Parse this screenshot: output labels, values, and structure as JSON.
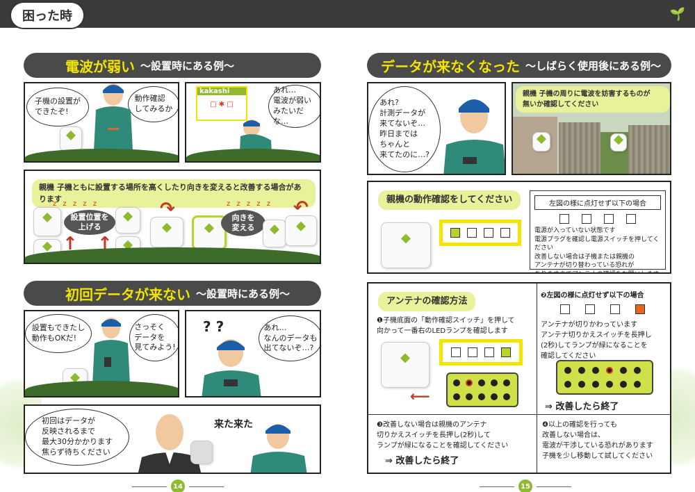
{
  "header": {
    "title": "困った時"
  },
  "left": {
    "section1": {
      "title_main": "電波が弱い",
      "title_sub": "〜設置時にある例〜",
      "panel1_bubble1": "子機の設置が\nできたぞ!",
      "panel1_bubble2": "動作確認\nしてみるか",
      "panel2_logo": "kakashi",
      "panel2_bubble": "あれ…\n電波が弱い\nみたいだな…",
      "note": "親機 子機ともに設置する場所を高くしたり向きを変えると改善する場合があります",
      "label_raise": "設置位置を\n上げる",
      "label_turn": "向きを\n変える",
      "zzz": "z z z z z"
    },
    "section2": {
      "title_main": "初回データが来ない",
      "title_sub": "〜設置時にある例〜",
      "panel1_bubble1": "設置もできたし\n動作もOKだ!",
      "panel1_bubble2": "さっそく\nデータを\n見てみよう!",
      "panel2_marks": "? ?",
      "panel2_bubble": "あれ…\nなんのデータも\n出てないぞ…?",
      "panel3_bubble": "初回はデータが\n反映されるまで\n最大30分かかります\n焦らず待ちください",
      "panel3_shout": "来た来た"
    },
    "page_number": "14"
  },
  "right": {
    "section1": {
      "title_main": "データが来なくなった",
      "title_sub": "〜しばらく使用後にある例〜",
      "bubble": "あれ?\n計測データが\n来てないぞ…\n昨日までは\nちゃんと\n来てたのに…?",
      "note": "親機 子機の周りに電波を妨害するものが\n無いか確認してください"
    },
    "section2": {
      "heading": "親機の動作確認をしてください",
      "box_title": "左図の様に点灯せず以下の場合",
      "box_text": "電源が入っていない状態です\n電源プラグを確認し電源スイッチを押してください\n改善しない場合は子機または親機の\nアンテナが切り替わっている恐れが\nありますのでアンテナの確認をお願いします"
    },
    "section3": {
      "heading": "アンテナの確認方法",
      "step1": "❶子機底面の「動作確認スイッチ」を押して\n向かって一番右のLEDランプを確認します",
      "step2_title": "❷左図の様に点灯せず以下の場合",
      "step2_text": "アンテナが切りかわっています\nアンテナ切りかえスイッチを長押し\n(2秒)してランプが緑になることを\n確認してください",
      "step2_result": "⇒ 改善したら終了",
      "step3_text": "❸改善しない場合は親機のアンテナ\n切りかえスイッチを長押し(2秒)して\nランプが緑になることを確認してください",
      "step3_result": "⇒ 改善したら終了",
      "step4_text": "❹以上の確認を行っても\n改善しない場合は、\n電波が干渉している恐れがあります\n子機を少し移動して試してください"
    },
    "page_number": "15"
  },
  "colors": {
    "banner": "#4a4a4a",
    "accent_yellow": "#f3e500",
    "note_green": "#e9f29a",
    "led_green": "#b8d32c",
    "led_orange": "#e8651f"
  },
  "icons": [
    "sprout-icon",
    "device-icon",
    "person-icon",
    "arrow-icon"
  ]
}
